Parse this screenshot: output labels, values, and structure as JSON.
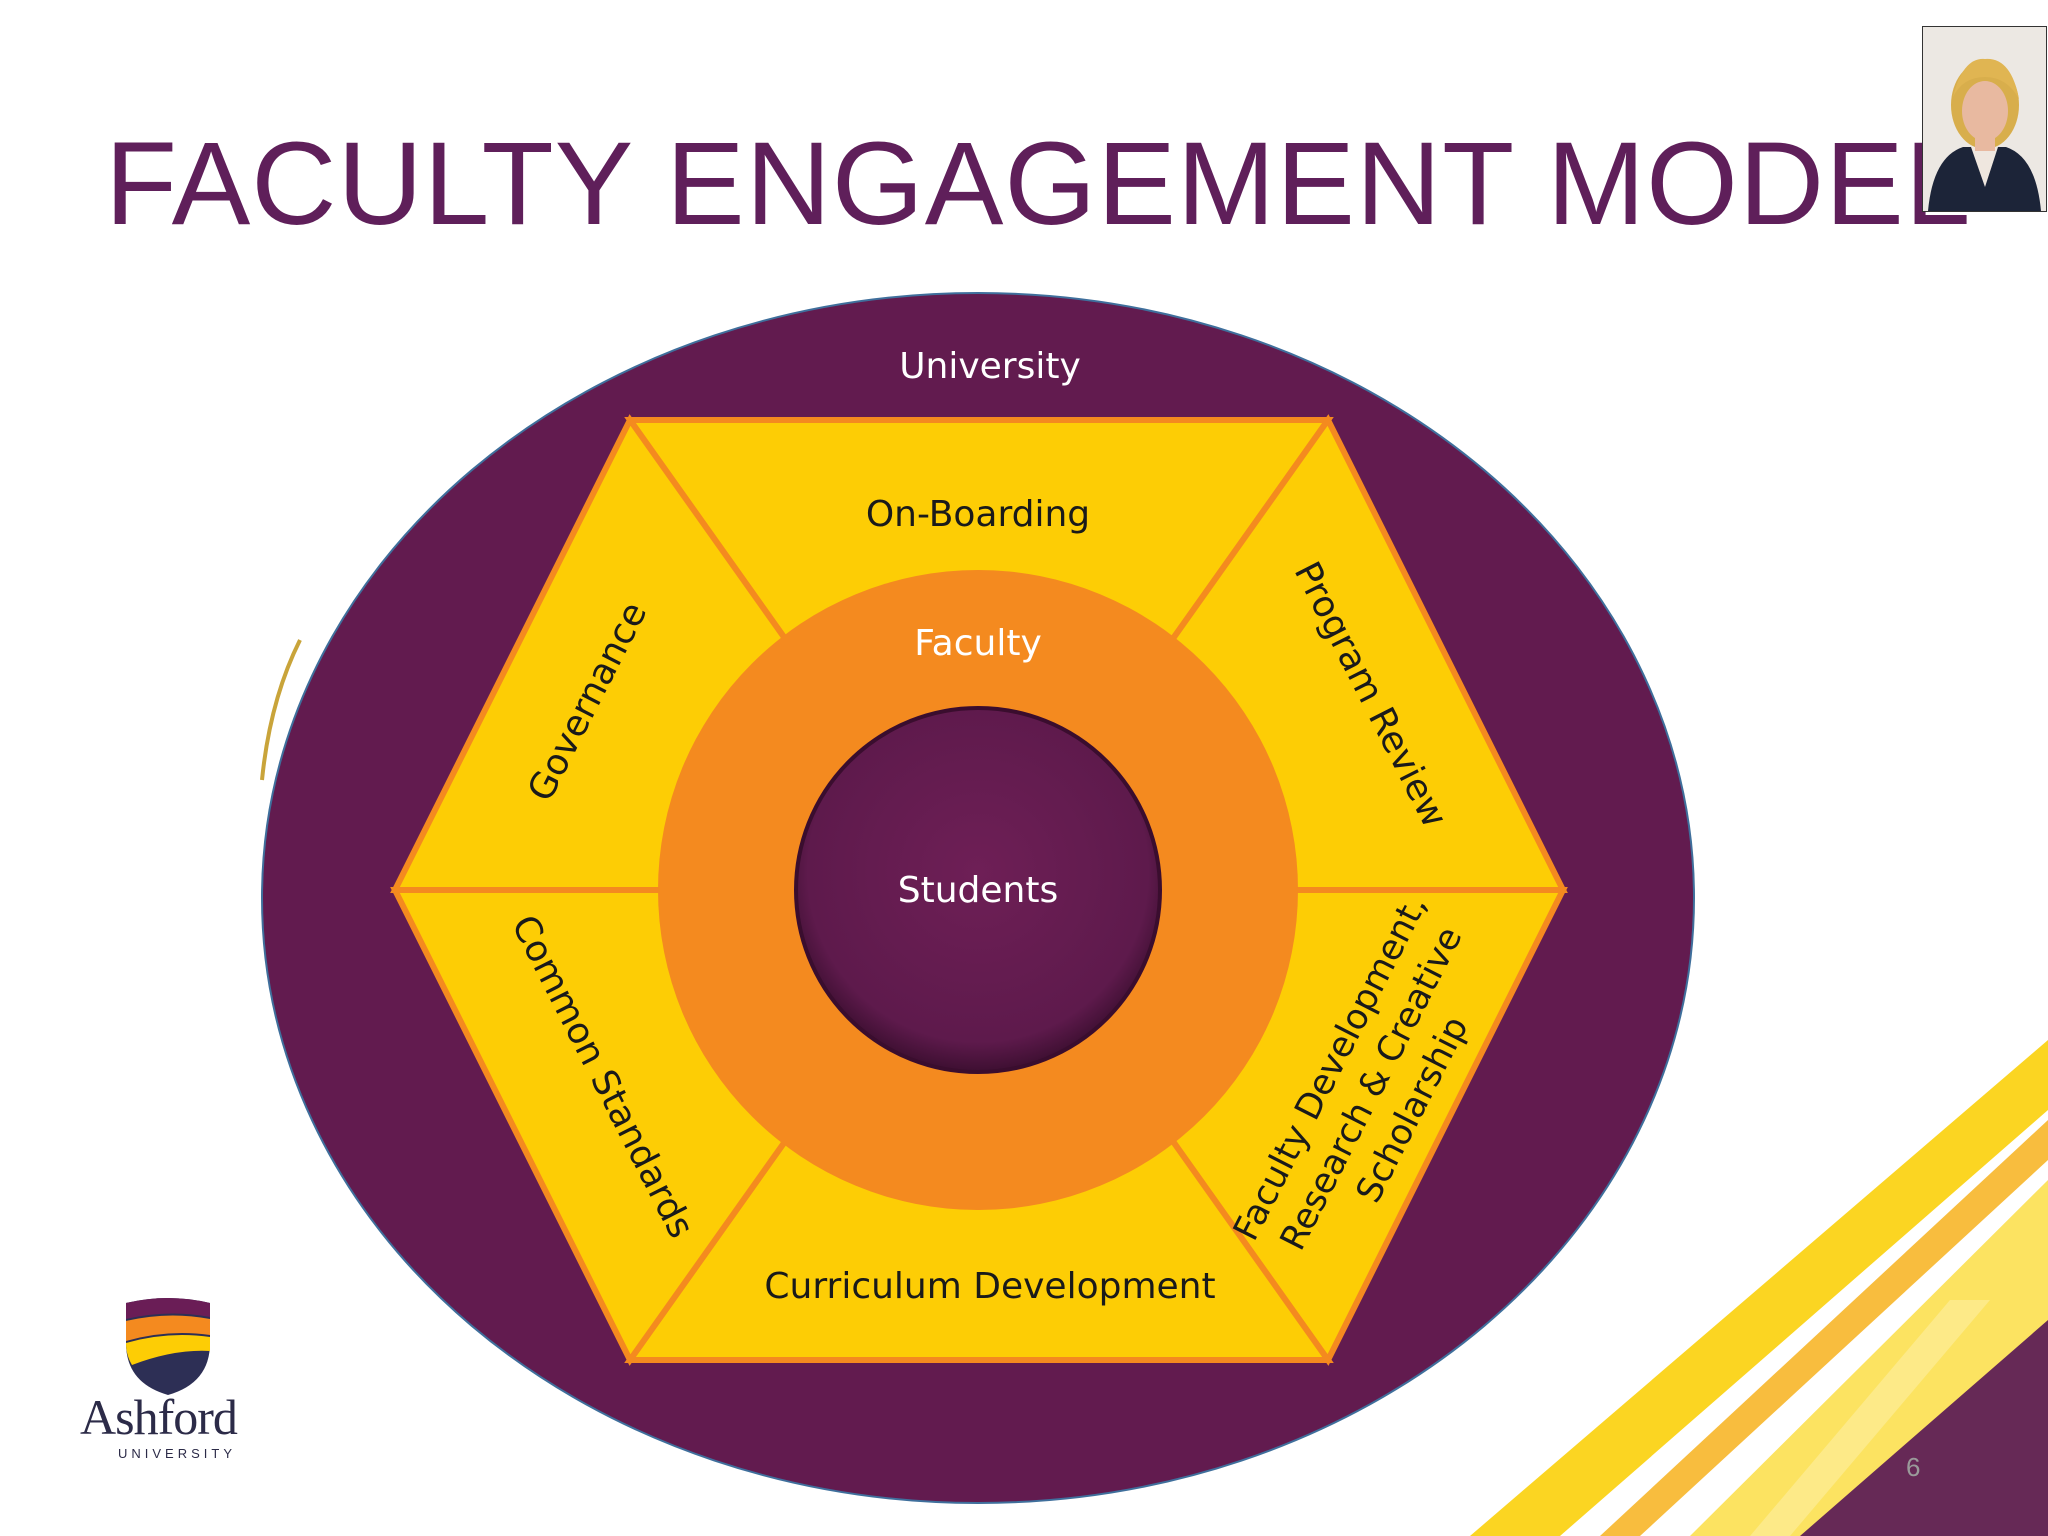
{
  "slide": {
    "title": "FACULTY ENGAGEMENT MODEL",
    "page_number": "6"
  },
  "diagram": {
    "outer_ring": "University",
    "middle_ring": "Faculty",
    "center": "Students",
    "segments": {
      "top": "On-Boarding",
      "upper_right": "Program Review",
      "lower_right": [
        "Faculty Development,",
        "Research & Creative",
        "Scholarship"
      ],
      "bottom": "Curriculum Development",
      "lower_left": "Common Standards",
      "upper_left": "Governance"
    }
  },
  "logo": {
    "name": "Ashford",
    "subtitle": "UNIVERSITY"
  },
  "colors": {
    "purple": "#621b4f",
    "yellow": "#fdcd05",
    "orange": "#f48a1f",
    "title": "#5f1f5a"
  }
}
